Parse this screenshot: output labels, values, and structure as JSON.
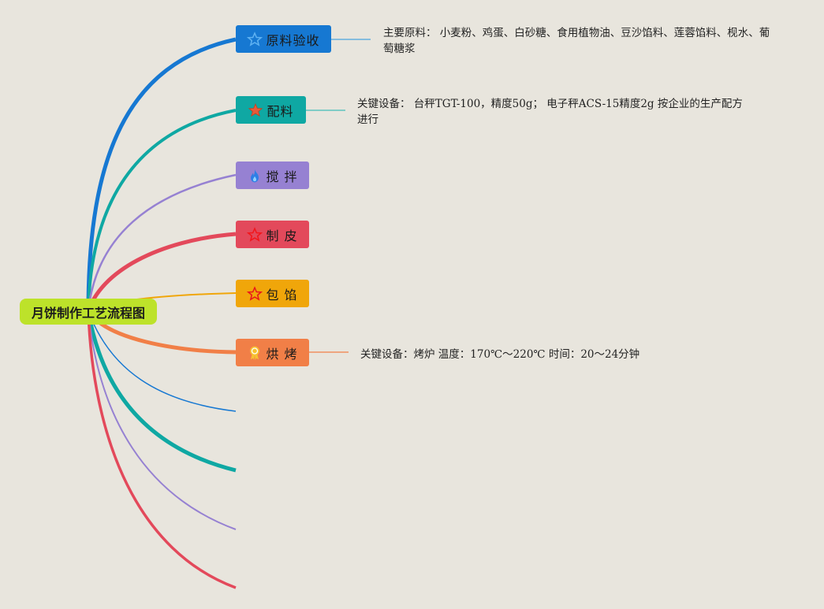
{
  "root": {
    "label": "月饼制作工艺流程图",
    "color": "#bde22a"
  },
  "nodes": [
    {
      "label": "原料验收",
      "color": "#1678d2",
      "icon": "star-outline-icon"
    },
    {
      "label": "配料",
      "color": "#0fa8a3",
      "icon": "star-filled-icon"
    },
    {
      "label": "搅 拌",
      "color": "#9681d2",
      "icon": "flame-icon"
    },
    {
      "label": "制 皮",
      "color": "#e3495b",
      "icon": "star-outline-red-icon"
    },
    {
      "label": "包 馅",
      "color": "#f0a60a",
      "icon": "star-outline-red-icon"
    },
    {
      "label": "烘 烤",
      "color": "#f17f47",
      "icon": "award-badge-icon"
    }
  ],
  "notes": {
    "raw_materials": "主要原料： 小麦粉、鸡蛋、白砂糖、食用植物油、豆沙馅料、莲蓉馅料、枧水、葡萄糖浆",
    "batching": "关键设备： 台秤TGT-100，精度50g； 电子秤ACS-15精度2g 按企业的生产配方进行",
    "baking": "关键设备：烤炉 温度：170℃～220℃ 时间：20～24分钟"
  },
  "empty_branch_colors": [
    "#1678d2",
    "#0fa8a3",
    "#9681d2",
    "#e3495b"
  ],
  "background": "#e8e5dd"
}
